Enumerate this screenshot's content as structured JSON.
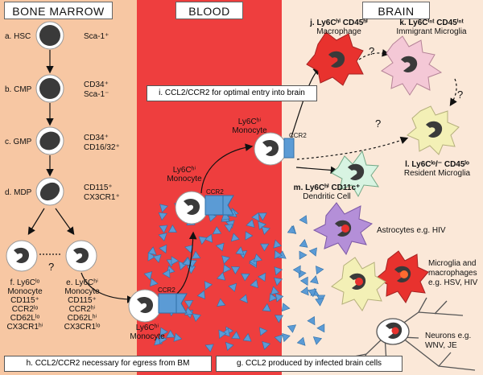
{
  "columns": {
    "marrow": "BONE MARROW",
    "blood": "BLOOD",
    "brain": "BRAIN"
  },
  "colors": {
    "marrow_bg": "#f7c7a3",
    "blood_bg": "#ee3e3e",
    "brain_bg": "#fbe8d8",
    "receptor": "#5b9bd5",
    "nucleus": "#3a3a3a"
  },
  "marrow": {
    "hsc": {
      "name": "a. HSC",
      "marker": "Sca-1⁺"
    },
    "cmp": {
      "name": "b. CMP",
      "marker1": "CD34⁺",
      "marker2": "Sca-1⁻"
    },
    "gmp": {
      "name": "c. GMP",
      "marker1": "CD34⁺",
      "marker2": "CD16/32⁺"
    },
    "mdp": {
      "name": "d. MDP",
      "marker1": "CD115⁺",
      "marker2": "CX3CR1⁺"
    },
    "f_lines": [
      "f. Ly6Cˡᵒ",
      "Monocyte",
      "CD115⁺",
      "CCR2ˡᵒ",
      "CD62Lˡᵒ",
      "CX3CR1ʰⁱ"
    ],
    "e_lines": [
      "e. Ly6Cʰⁱ",
      "Monocyte",
      "CD115⁺",
      "CCR2ʰⁱ",
      "CD62Lʰⁱ",
      "CX3CR1ˡᵒ"
    ],
    "question": "?",
    "box_h": "h. CCL2/CCR2 necessary for egress from BM"
  },
  "blood": {
    "mono_bottom": [
      "Ly6Cʰⁱ",
      "Monocyte"
    ],
    "mono_mid": [
      "Ly6Cʰⁱ",
      "Monocyte"
    ],
    "mono_top": [
      "Ly6Cʰⁱ",
      "Monocyte"
    ],
    "ccr2": "CCR2",
    "box_i": "i. CCL2/CCR2 for optimal entry into brain",
    "box_g": "g. CCL2 produced by infected brain cells"
  },
  "brain": {
    "j": [
      "j. Ly6Cʰⁱ CD45ʰⁱ",
      "Macrophage"
    ],
    "k": [
      "k. Ly6Cⁱⁿᵗ CD45ⁱⁿᵗ",
      "Immigrant Microglia"
    ],
    "l": [
      "l. Ly6Cˡᵒ/⁻ CD45ˡᵒ",
      "Resident Microglia"
    ],
    "m": [
      "m. Ly6Cʰⁱ CD11c⁺",
      "Dendritic Cell"
    ],
    "astro": "Astrocytes e.g. HIV",
    "micro": [
      "Microglia and",
      "macrophages",
      "e.g. HSV, HIV"
    ],
    "neuron": [
      "Neurons e.g.",
      "WNV, JE"
    ],
    "q": "?"
  }
}
